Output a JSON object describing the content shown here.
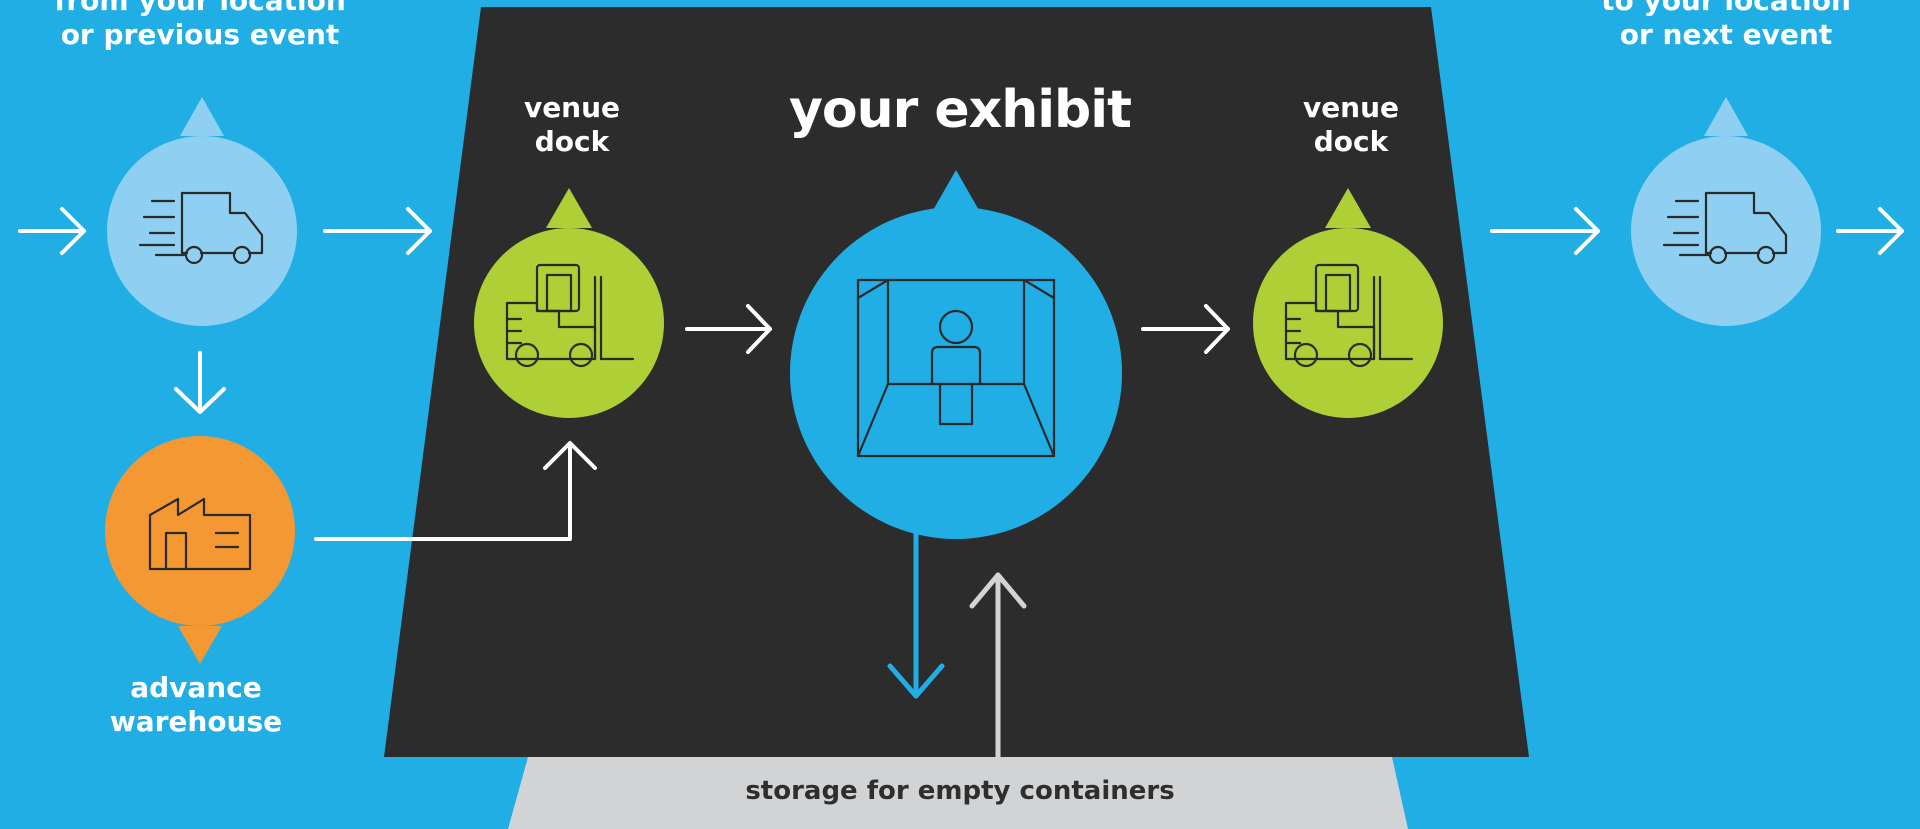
{
  "colors": {
    "background": "#20aee5",
    "stage": "#2d2c2d",
    "storage": "#d1d3d5",
    "truck": "#8fd0f2",
    "forklift": "#aecf36",
    "exhibit": "#20aee5",
    "warehouse": "#f49833",
    "line": "#ffffff",
    "icon_stroke": "#2a2a2a"
  },
  "labels": {
    "origin": [
      "from your location",
      "or previous event"
    ],
    "destination": [
      "to your location",
      "or next event"
    ],
    "dock_left": [
      "venue",
      "dock"
    ],
    "dock_right": [
      "venue",
      "dock"
    ],
    "exhibit": "your exhibit",
    "warehouse": [
      "advance",
      "warehouse"
    ],
    "storage": "storage for empty containers"
  },
  "icons": {
    "origin": "delivery-truck-icon",
    "destination": "delivery-truck-icon",
    "dock_left": "forklift-icon",
    "dock_right": "forklift-icon",
    "exhibit": "exhibit-booth-icon",
    "warehouse": "factory-icon"
  }
}
